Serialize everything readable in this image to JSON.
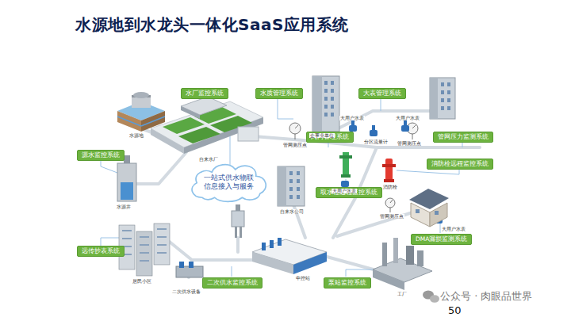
{
  "diagram": {
    "title": "水源地到水龙头一体化SaaS应用系统",
    "nodes": [
      {
        "text": [
          "水厂监控系统"
        ]
      },
      {
        "text": [
          "水质管理系统"
        ]
      },
      {
        "text": [
          "大表管理系统"
        ]
      },
      {
        "text": [
          "阀门管理系统"
        ]
      },
      {
        "text": [
          "管网压力监测系统"
        ]
      },
      {
        "text": [
          "源水监控系统"
        ]
      },
      {
        "text": [
          "一站式供水物联信息接入与服务"
        ]
      },
      {
        "text": [
          "消防栓远程监控系统"
        ]
      },
      {
        "text": [
          "取水栓远程监控系统"
        ]
      },
      {
        "text": [
          "DMA漏损监测系统"
        ]
      },
      {
        "text": [
          "远传抄表系统"
        ]
      },
      {
        "text": [
          "二次供水监控系统"
        ]
      },
      {
        "text": [
          "泵站监控系统"
        ]
      }
    ],
    "labels": [
      "水源地",
      "水源井",
      "自来水厂",
      "企事业单位",
      "大用户水表",
      "分区流量计",
      "大用户水表",
      "管网测压点",
      "管网测压点",
      "大用户水表",
      "消防栓",
      "自来水公司",
      "管网测压点",
      "大用户水表",
      "居民小区",
      "二次供水设备",
      "中控站",
      "工厂",
      "公众号 · 肉眼品世界",
      "50"
    ]
  }
}
